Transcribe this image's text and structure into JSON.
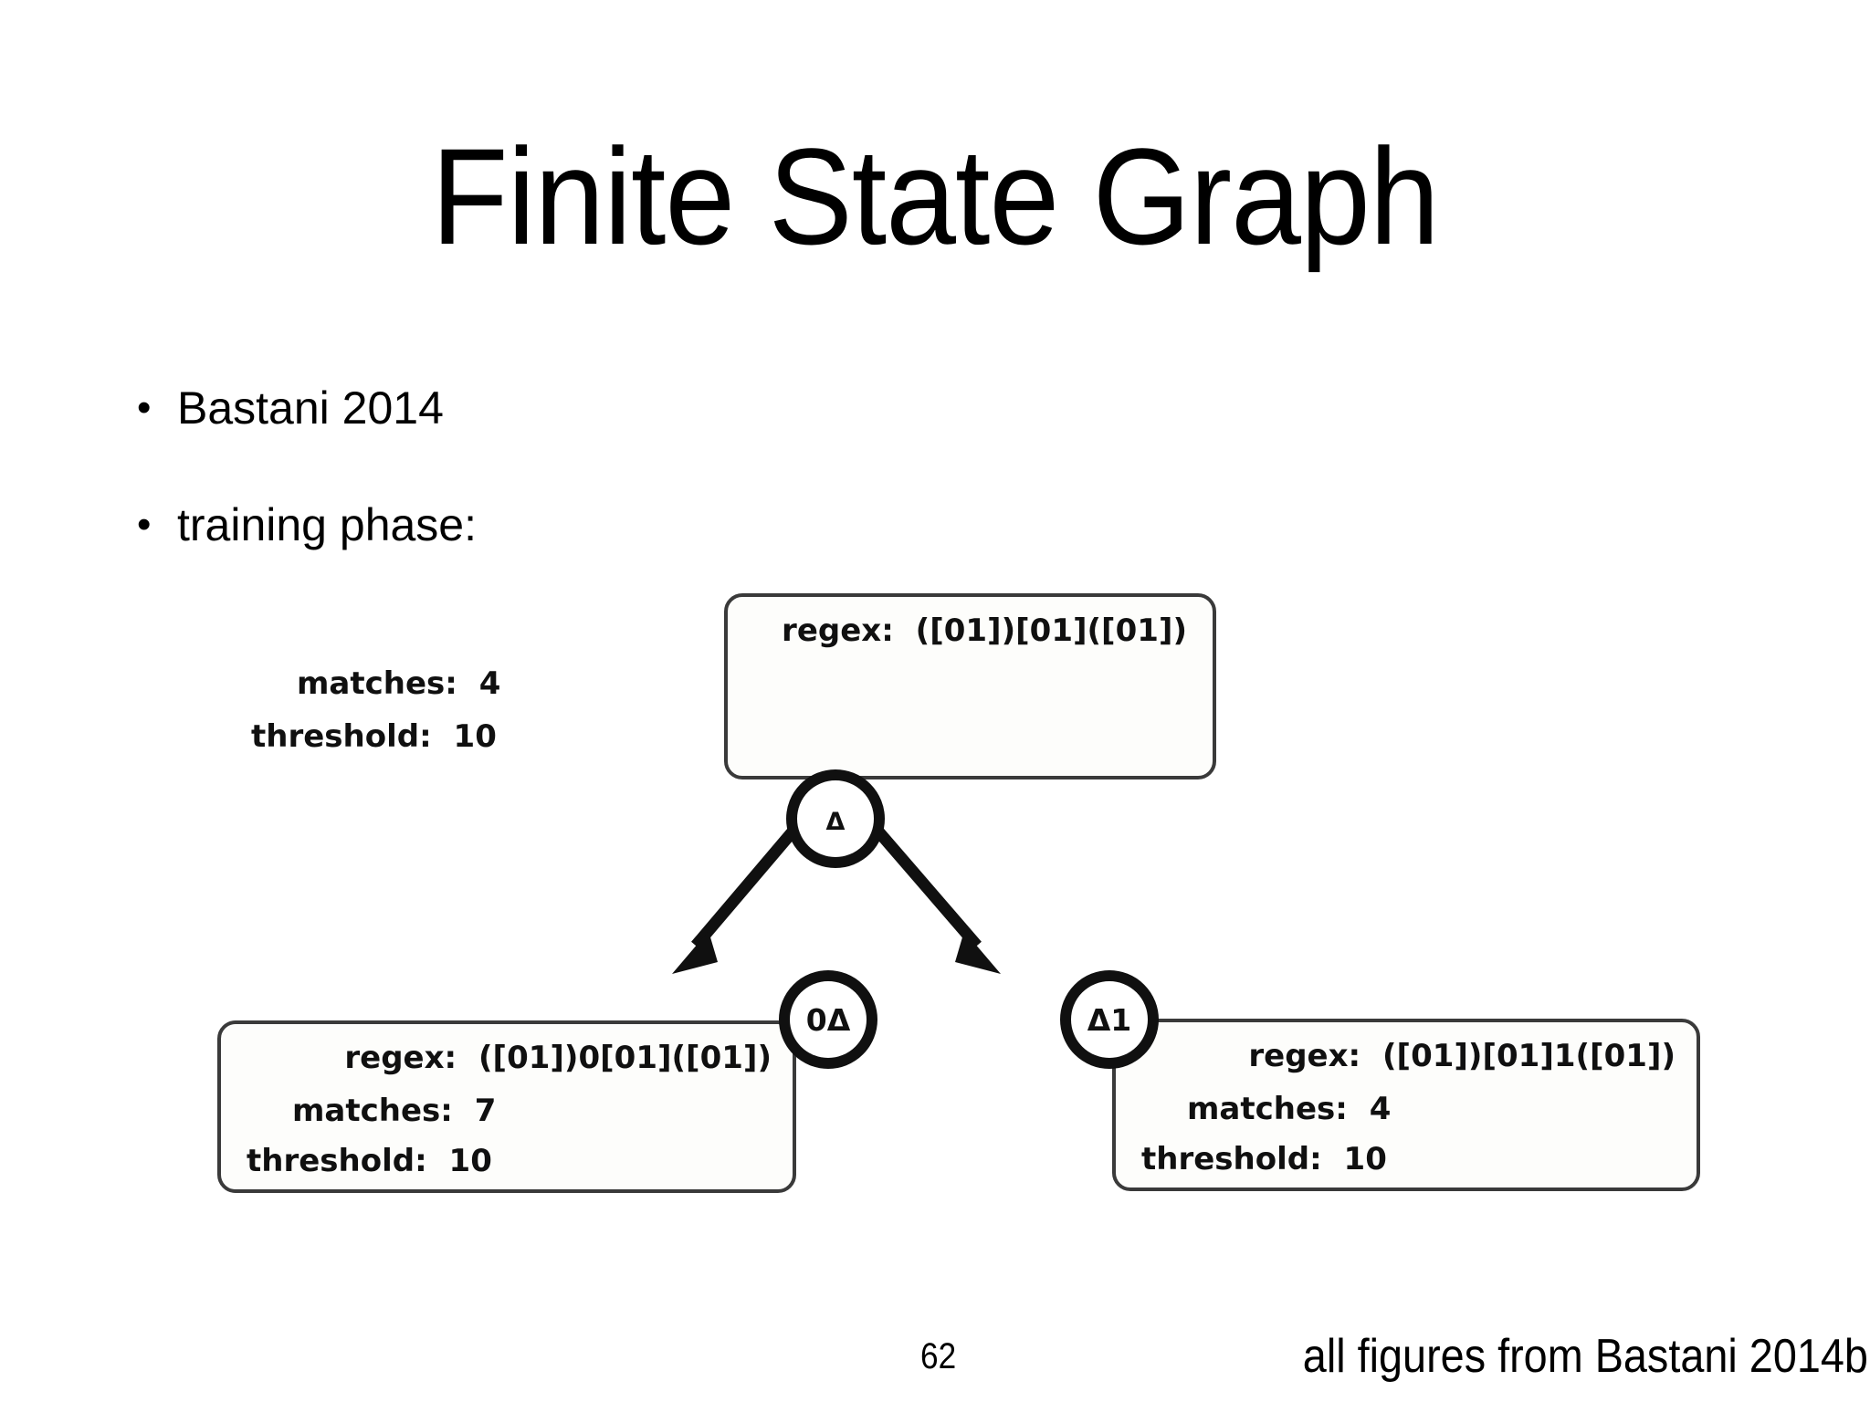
{
  "slide": {
    "title": "Finite State Graph",
    "background_color": "#ffffff",
    "text_color": "#000000"
  },
  "bullets": [
    {
      "marker": "•",
      "text": "Bastani 2014"
    },
    {
      "marker": "•",
      "text": "training phase:"
    }
  ],
  "figure": {
    "name": "finite-state-graph-diagram",
    "nodes": [
      {
        "id": "root",
        "label": "Δ"
      },
      {
        "id": "left-child",
        "label": "0Δ"
      },
      {
        "id": "right-child",
        "label": "Δ1"
      }
    ],
    "edges": [
      {
        "from": "root",
        "to": "left-child"
      },
      {
        "from": "root",
        "to": "right-child"
      }
    ],
    "callouts": [
      {
        "id": "root-callout",
        "attached_to": "root",
        "lines": [
          {
            "key": "regex:",
            "value": "([01])[01]([01])"
          },
          {
            "key": "matches:",
            "value": "4"
          },
          {
            "key": "threshold:",
            "value": "10"
          }
        ]
      },
      {
        "id": "left-callout",
        "attached_to": "left-child",
        "lines": [
          {
            "key": "regex:",
            "value": "([01])0[01]([01])"
          },
          {
            "key": "matches:",
            "value": "7"
          },
          {
            "key": "threshold:",
            "value": "10"
          }
        ]
      },
      {
        "id": "right-callout",
        "attached_to": "right-child",
        "lines": [
          {
            "key": "regex:",
            "value": "([01])[01]1([01])"
          },
          {
            "key": "matches:",
            "value": "4"
          },
          {
            "key": "threshold:",
            "value": "10"
          }
        ]
      }
    ]
  },
  "footer": {
    "page_number": "62",
    "attribution": "all figures from Bastani 2014b"
  }
}
